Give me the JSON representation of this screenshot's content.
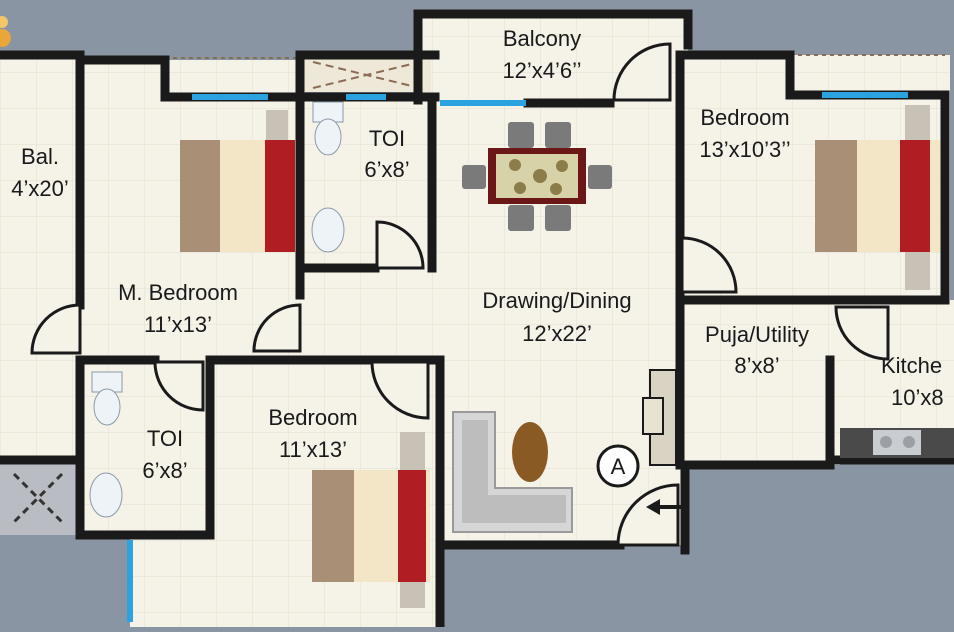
{
  "plan": {
    "rooms": {
      "balcony_top": {
        "name": "Balcony",
        "size": "12’x4’6’’"
      },
      "bedroom_right": {
        "name": "Bedroom",
        "size": "13’x10’3’’"
      },
      "toilet_upper": {
        "name": "TOI",
        "size": "6’x8’"
      },
      "balcony_left": {
        "name": "Bal.",
        "size": "4’x20’"
      },
      "master_bedroom": {
        "name": "M. Bedroom",
        "size": "11’x13’"
      },
      "drawing_dining": {
        "name": "Drawing/Dining",
        "size": "12’x22’"
      },
      "puja_utility": {
        "name": "Puja/Utility",
        "size": "8’x8’"
      },
      "kitchen": {
        "name": "Kitche",
        "size": "10’x8"
      },
      "toilet_lower": {
        "name": "TOI",
        "size": "6’x8’"
      },
      "bedroom_lower": {
        "name": "Bedroom",
        "size": "11’x13’"
      }
    },
    "entrance_marker": "A"
  },
  "colors": {
    "background": "#8a95a3",
    "floor": "#f4f1e6",
    "wall": "#1a1a1a",
    "window": "#2aa3e0",
    "bed_red": "#b01d22",
    "bed_wood": "#a88f76",
    "sofa": "#d6d6d6"
  }
}
